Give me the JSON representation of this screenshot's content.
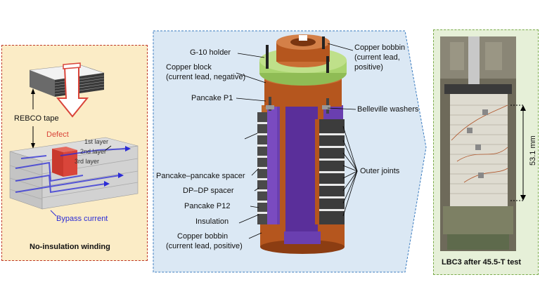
{
  "left_panel": {
    "tape_label": "REBCO tape",
    "defect_label": "Defect",
    "layer_labels": [
      "1st layer",
      "2nd layer",
      "3rd layer"
    ],
    "bypass_label": "Bypass current",
    "caption": "No-insulation winding",
    "colors": {
      "background": "#fbecc6",
      "border": "#c0392b",
      "defect": "#d9453a",
      "arrow": "#d9453a",
      "bypass": "#2b2bd6"
    }
  },
  "middle_panel": {
    "labels_left": [
      "G-10 holder",
      "Copper block",
      "(current lead, negative)",
      "Pancake P1",
      "Pancake–pancake spacer",
      "DP–DP spacer",
      "Pancake P12",
      "Insulation",
      "Copper bobbin",
      "(current lead, positive)"
    ],
    "labels_right": [
      "Copper bobbin",
      "(current lead,",
      "positive)",
      "Belleville washers",
      "Outer joints"
    ],
    "colors": {
      "background": "#dbe8f4",
      "border": "#3a7bbf",
      "copper": "#b5561e",
      "g10": "#a9d46e",
      "winding": "#6a3fb0",
      "tape": "#555555"
    }
  },
  "right_panel": {
    "dimension_label": "53.1 mm",
    "caption": "LBC3 after 45.5-T test",
    "colors": {
      "background": "#e6f0d8",
      "border": "#7aab4a"
    }
  }
}
